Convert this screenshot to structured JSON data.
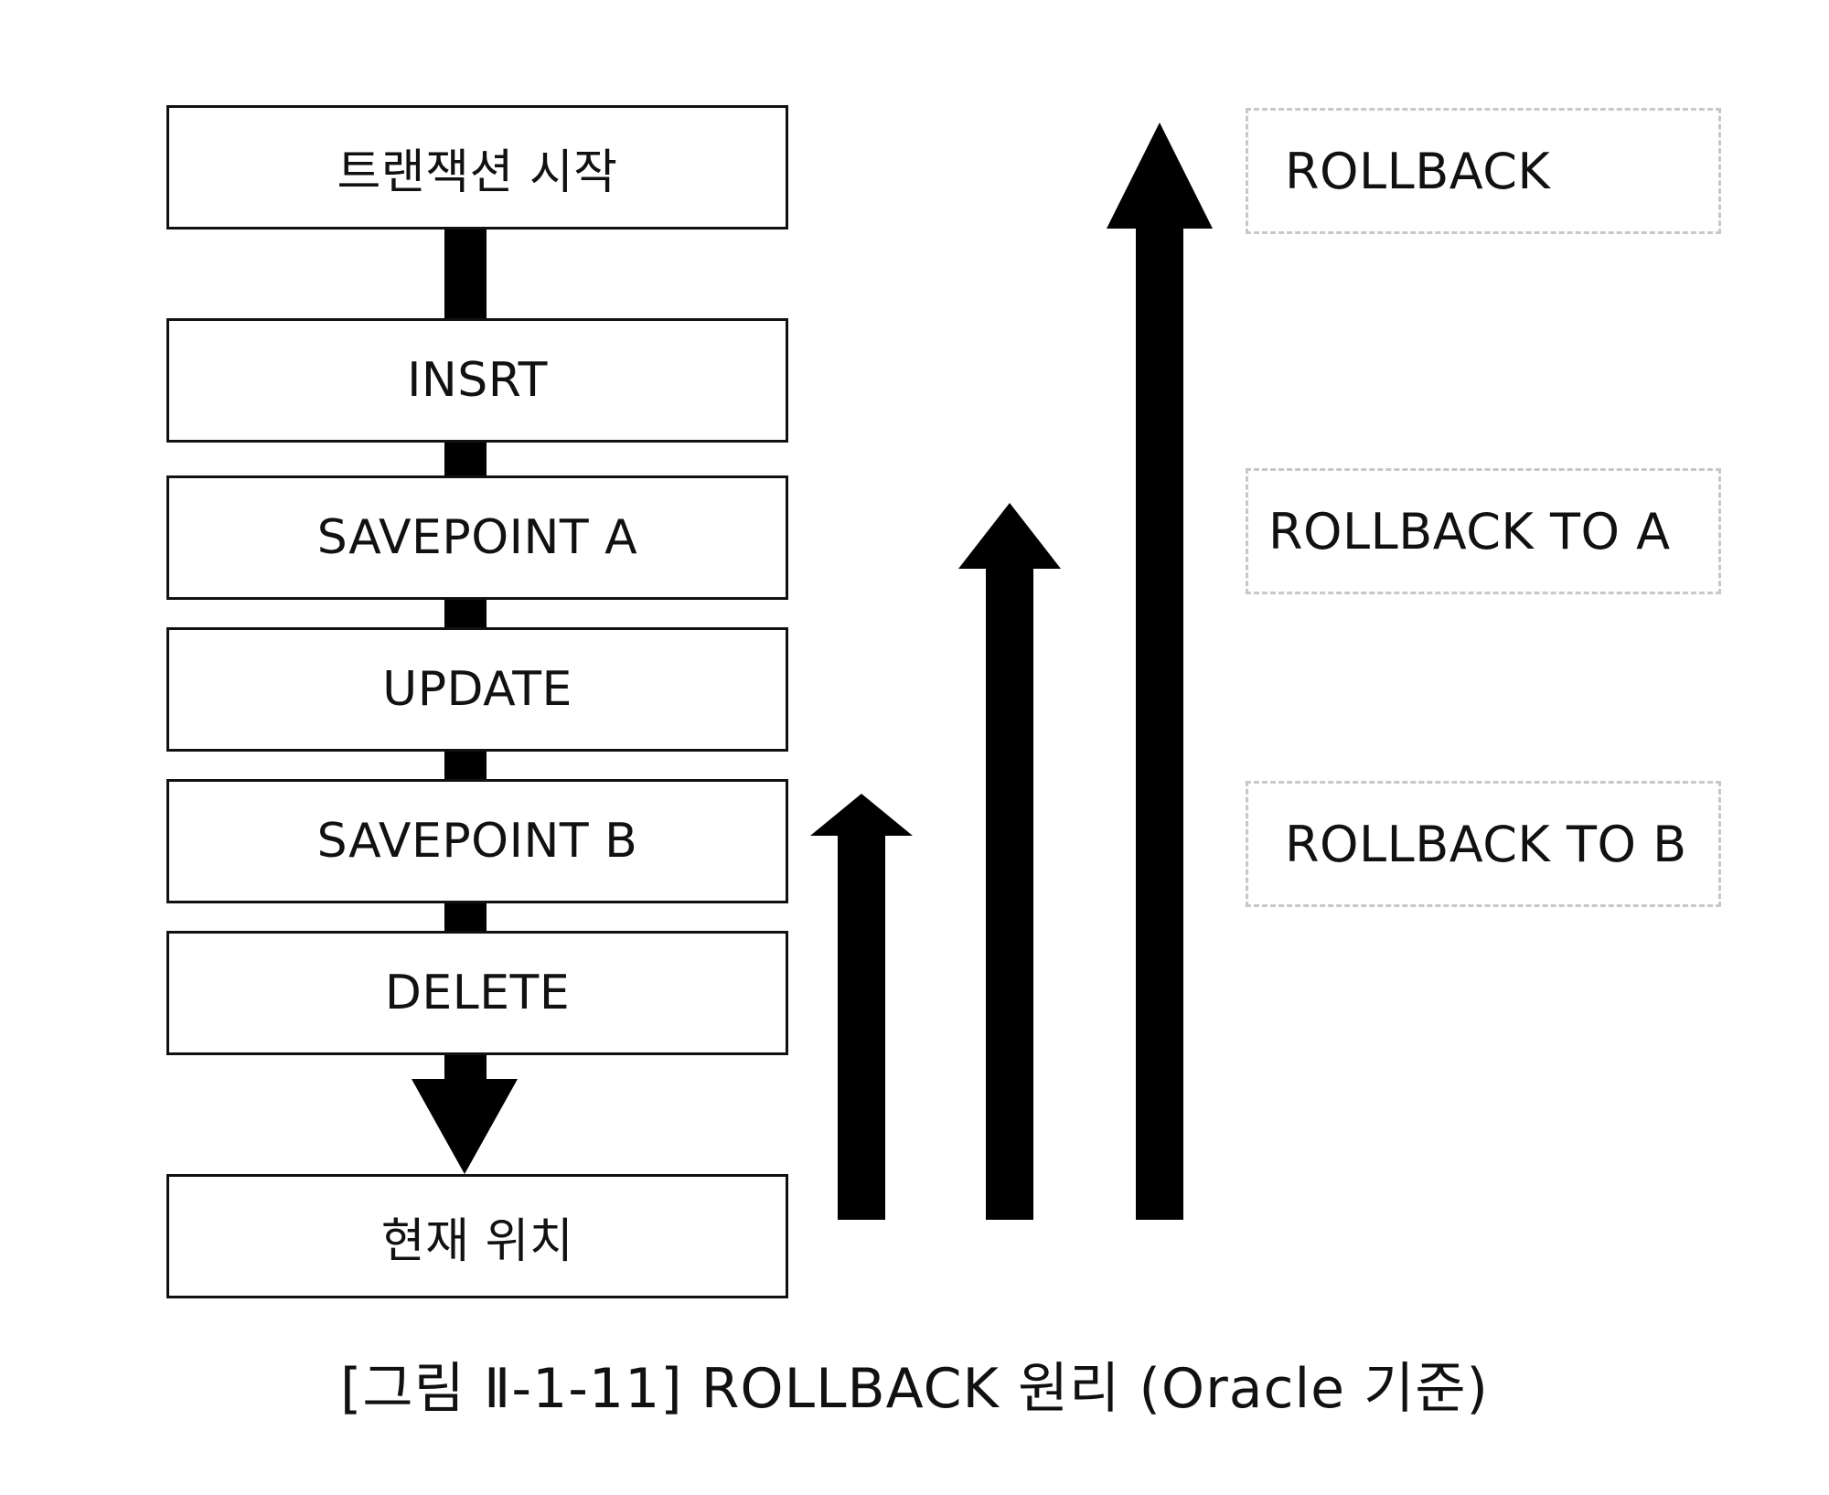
{
  "steps": [
    {
      "label": "트랜잭션 시작"
    },
    {
      "label": "INSRT"
    },
    {
      "label": "SAVEPOINT A"
    },
    {
      "label": "UPDATE"
    },
    {
      "label": "SAVEPOINT B"
    },
    {
      "label": "DELETE"
    },
    {
      "label": "현재 위치"
    }
  ],
  "rollbacks": [
    {
      "label": "ROLLBACK"
    },
    {
      "label": "ROLLBACK TO A"
    },
    {
      "label": "ROLLBACK TO B"
    }
  ],
  "caption": "[그림 Ⅱ-1-11] ROLLBACK 원리 (Oracle 기준)"
}
